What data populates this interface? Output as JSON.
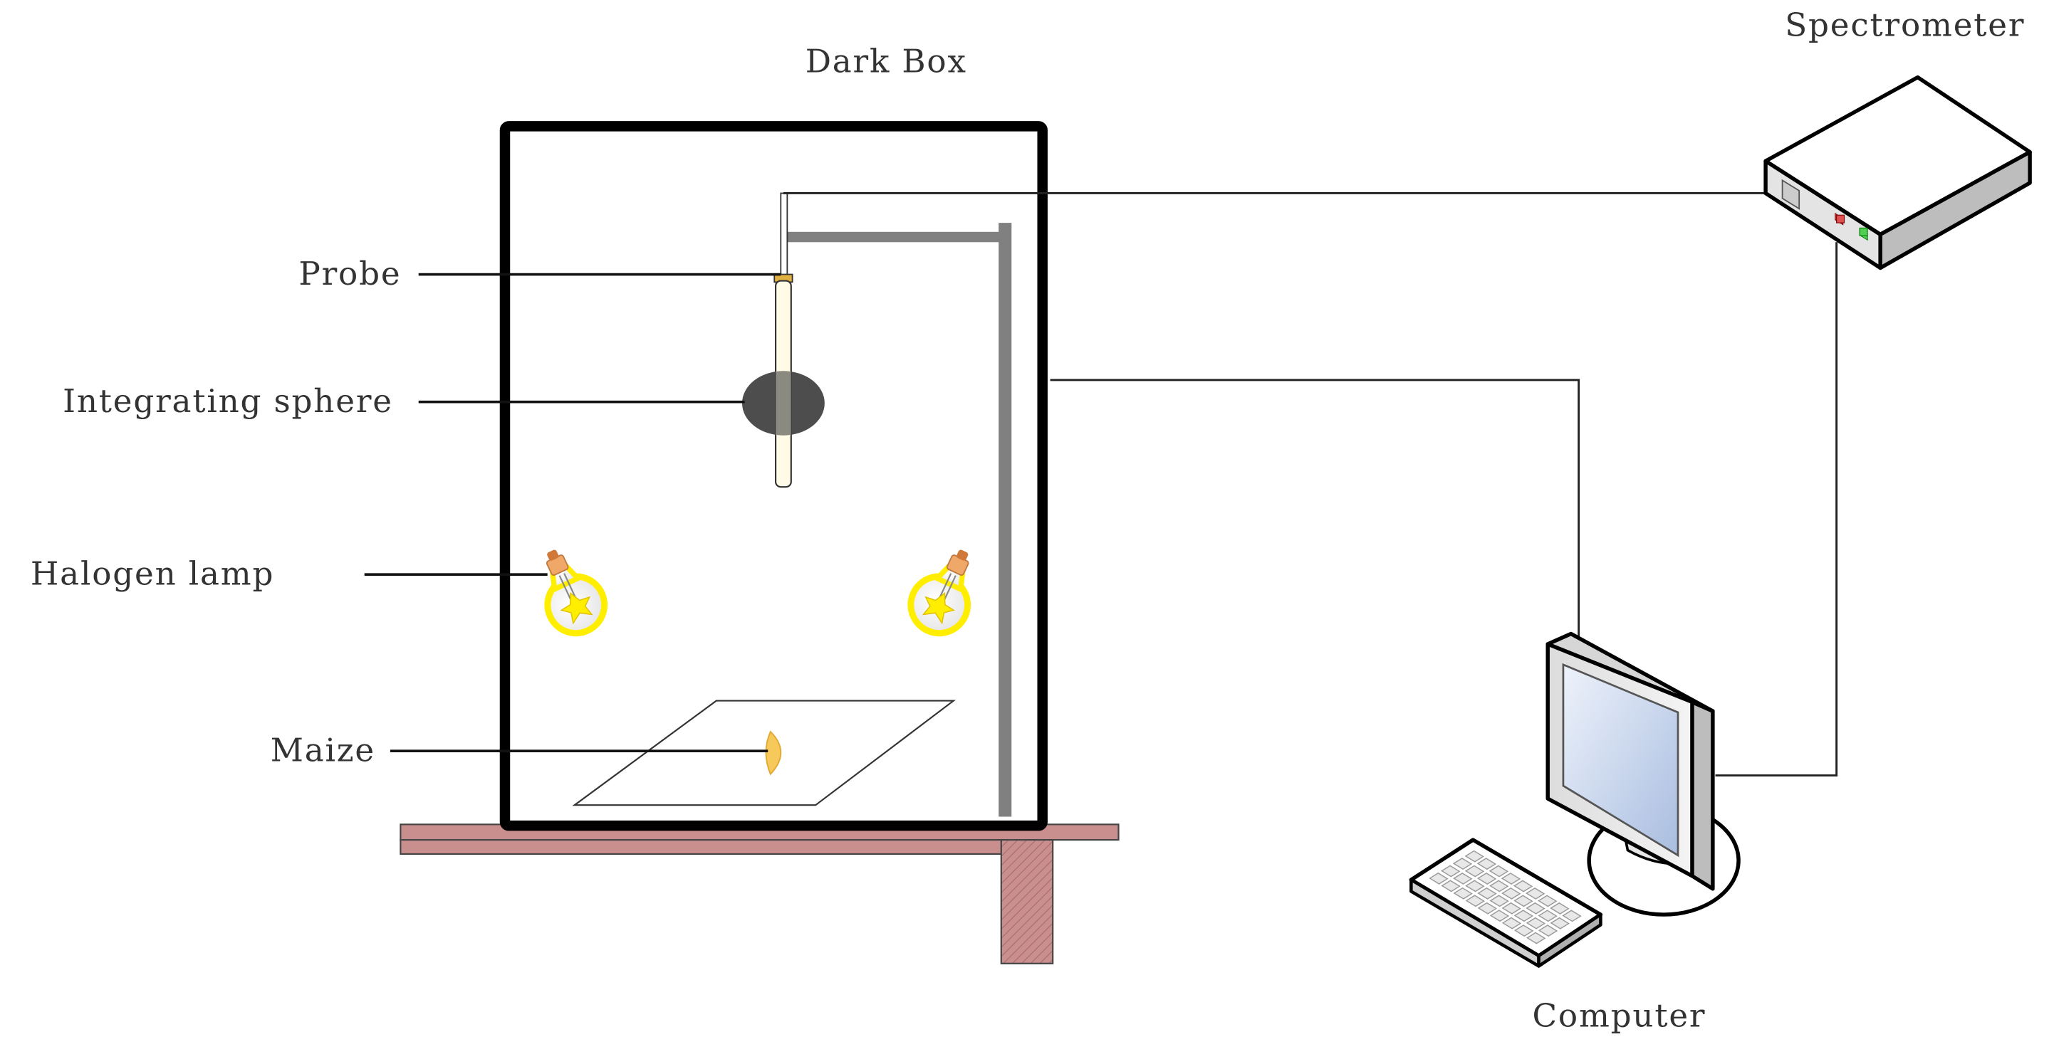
{
  "labels": {
    "dark_box": "Dark Box",
    "spectrometer": "Spectrometer",
    "probe": "Probe",
    "integrating_sphere": "Integrating sphere",
    "halogen_lamp": "Halogen lamp",
    "maize": "Maize",
    "computer": "Computer"
  },
  "colors": {
    "box_outline": "#000000",
    "stand": "#808080",
    "sphere": "#4a4a4a",
    "lamp_glow": "#ffee00",
    "lamp_base": "#f0a868",
    "maize": "#f7c85a",
    "table": "#c98e8e",
    "screen": "#c8d6ee"
  }
}
